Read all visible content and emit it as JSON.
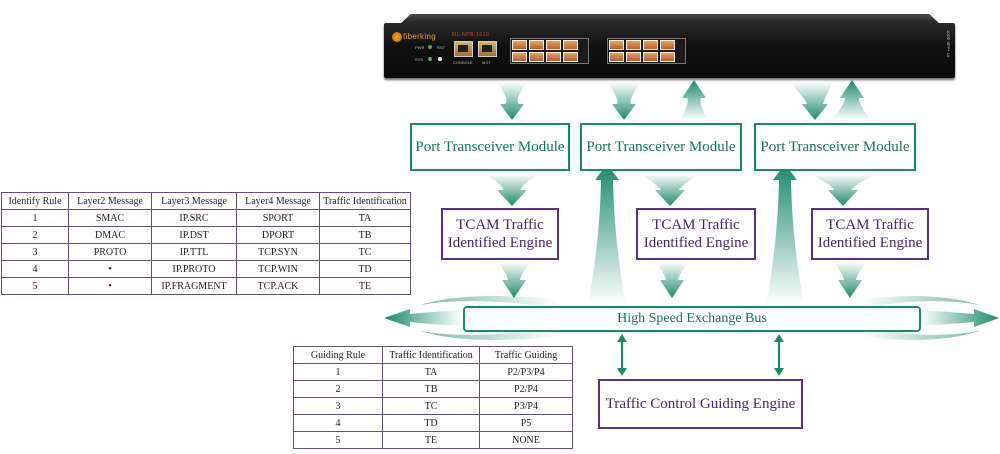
{
  "device": {
    "logo_text": "fiberking",
    "model": "ML-NPB-1610",
    "led_labels": [
      "PWR",
      "RST",
      "SYS"
    ],
    "console_label": "CONSOLE",
    "mgt_label": "MGT",
    "side_text": "10GE SFP+ 16",
    "colors": {
      "body": "#111111",
      "port": "#d08a4a",
      "logo": "#f0a020"
    }
  },
  "modules": {
    "port_transceiver": [
      "Port Transceiver Module",
      "Port Transceiver Module",
      "Port Transceiver Module"
    ],
    "tcam": [
      {
        "line1": "TCAM Traffic",
        "line2": "Identified Engine"
      },
      {
        "line1": "TCAM Traffic",
        "line2": "Identified Engine"
      },
      {
        "line1": "TCAM Traffic",
        "line2": "Identified Engine"
      }
    ],
    "bus": "High Speed Exchange Bus",
    "guiding_engine": "Traffic Control Guiding Engine"
  },
  "identify_table": {
    "headers": [
      "Identify Rule",
      "Layer2 Message",
      "Layer3 Message",
      "Layer4 Message",
      "Traffic Identification"
    ],
    "rows": [
      [
        "1",
        "SMAC",
        "IP.SRC",
        "SPORT",
        "TA"
      ],
      [
        "2",
        "DMAC",
        "IP.DST",
        "DPORT",
        "TB"
      ],
      [
        "3",
        "PROTO",
        "IP.TTL",
        "TCP.SYN",
        "TC"
      ],
      [
        "4",
        "•",
        "IP.PROTO",
        "TCP.WIN",
        "TD"
      ],
      [
        "5",
        "•",
        "IP.FRAGMENT",
        "TCP.ACK",
        "TE"
      ]
    ]
  },
  "guiding_table": {
    "headers": [
      "Guiding Rule",
      "Traffic Identification",
      "Traffic Guiding"
    ],
    "rows": [
      [
        "1",
        "TA",
        "P2/P3/P4"
      ],
      [
        "2",
        "TB",
        "P2/P4"
      ],
      [
        "3",
        "TC",
        "P3/P4"
      ],
      [
        "4",
        "TD",
        "P5"
      ],
      [
        "5",
        "TE",
        "NONE"
      ]
    ]
  },
  "colors": {
    "green": "#1b8a6b",
    "purple": "#5a3180",
    "table_border": "#6b4a8a"
  },
  "icons": {
    "device": "network-packet-broker-icon",
    "arrows": "gradient-flow-arrow-icon"
  }
}
